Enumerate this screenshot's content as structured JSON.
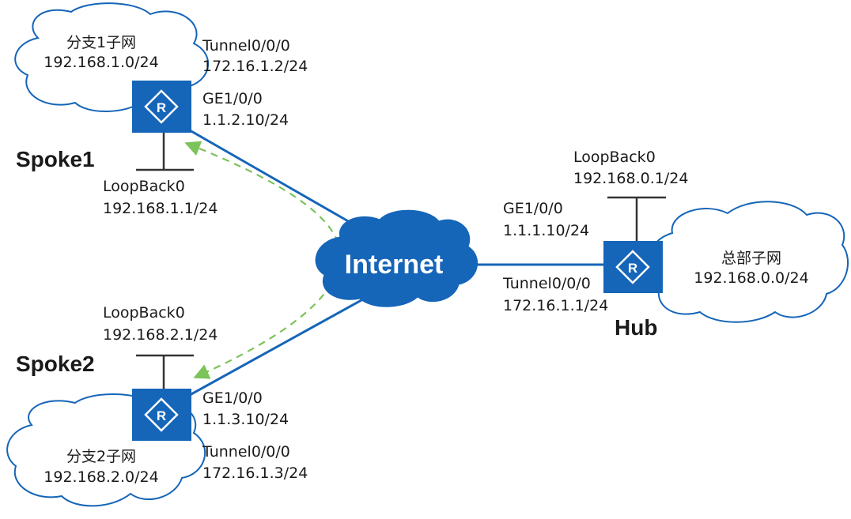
{
  "internet": {
    "label": "Internet"
  },
  "spoke1": {
    "name": "Spoke1",
    "subnet": {
      "name": "分支1子网",
      "cidr": "192.168.1.0/24"
    },
    "tunnel": {
      "name": "Tunnel0/0/0",
      "ip": "172.16.1.2/24"
    },
    "ge": {
      "name": "GE1/0/0",
      "ip": "1.1.2.10/24"
    },
    "loopback": {
      "name": "LoopBack0",
      "ip": "192.168.1.1/24"
    }
  },
  "spoke2": {
    "name": "Spoke2",
    "subnet": {
      "name": "分支2子网",
      "cidr": "192.168.2.0/24"
    },
    "tunnel": {
      "name": "Tunnel0/0/0",
      "ip": "172.16.1.3/24"
    },
    "ge": {
      "name": "GE1/0/0",
      "ip": "1.1.3.10/24"
    },
    "loopback": {
      "name": "LoopBack0",
      "ip": "192.168.2.1/24"
    }
  },
  "hub": {
    "name": "Hub",
    "subnet": {
      "name": "总部子网",
      "cidr": "192.168.0.0/24"
    },
    "tunnel": {
      "name": "Tunnel0/0/0",
      "ip": "172.16.1.1/24"
    },
    "ge": {
      "name": "GE1/0/0",
      "ip": "1.1.1.10/24"
    },
    "loopback": {
      "name": "LoopBack0",
      "ip": "192.168.0.1/24"
    }
  },
  "icons": {
    "router": "router-icon",
    "cloud": "cloud-icon",
    "internet": "internet-cloud-icon"
  },
  "colors": {
    "router": "#1565b8",
    "link": "#1565b8",
    "internet": "#1565b8",
    "cloud_stroke": "#1565b8",
    "dashed_path": "#7cc35a",
    "loopback_line": "#333333"
  }
}
